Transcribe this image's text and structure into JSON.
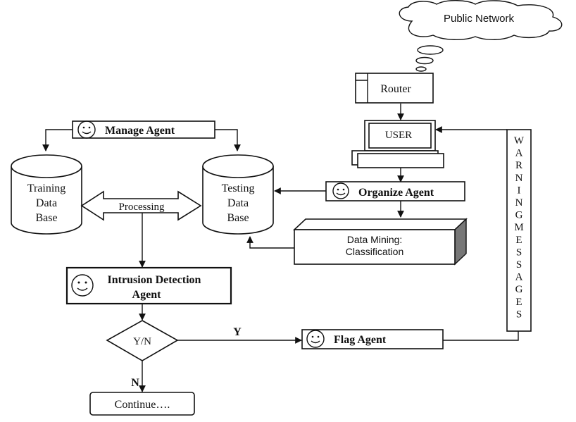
{
  "cloud": {
    "label": "Public Network"
  },
  "router": {
    "label": "Router"
  },
  "user": {
    "label": "USER"
  },
  "manage_agent": {
    "label": "Manage Agent"
  },
  "organize_agent": {
    "label": "Organize Agent"
  },
  "training_db": {
    "lines": [
      "Training",
      "Data",
      "Base"
    ]
  },
  "testing_db": {
    "lines": [
      "Testing",
      "Data",
      "Base"
    ]
  },
  "processing": {
    "label": "Processing"
  },
  "data_mining": {
    "lines": [
      "Data Mining:",
      "Classification"
    ]
  },
  "intrusion_agent": {
    "lines": [
      "Intrusion Detection",
      "Agent"
    ]
  },
  "decision": {
    "label": "Y/N",
    "yes_label": "Y",
    "no_label": "N"
  },
  "flag_agent": {
    "label": "Flag Agent"
  },
  "continue_box": {
    "label": "Continue…."
  },
  "warnings": {
    "letters": [
      "W",
      "A",
      "R",
      "N",
      "I",
      "N",
      "G",
      "M",
      "E",
      "S",
      "S",
      "A",
      "G",
      "E",
      "S"
    ]
  }
}
